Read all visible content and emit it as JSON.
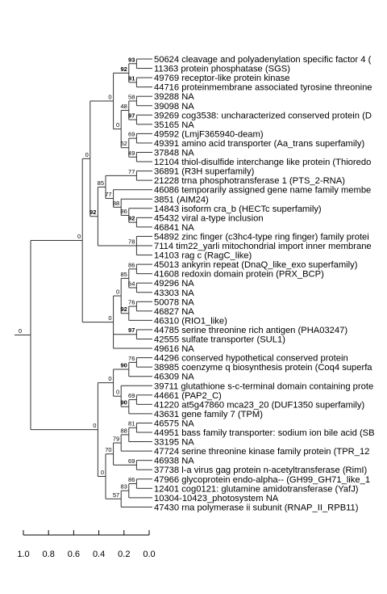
{
  "leaves": [
    "50624 cleavage and polyadenylation specific factor 4 (",
    "11363 protein phosphatase (SGS)",
    "49769 receptor-like protein kinase",
    "44716 proteinmembrane associated tyrosine threonine",
    "39288 NA",
    "39098 NA",
    "39269 cog3538: uncharacterized conserved protein (D",
    "35165 NA",
    "49592 (LmjF365940-deam)",
    "49391 amino acid transporter (Aa_trans superfamily)",
    "37848 NA",
    "12104 thiol-disulfide interchange like protein (Thioredo",
    "36891 (R3H superfamily)",
    "21228 trna phosphotransferase 1 (PTS_2-RNA)",
    "46086 temporarily assigned gene name family membe",
    "3851 (AIM24)",
    "14843 isoform cra_b (HECTc superfamily)",
    "45432 viral a-type inclusion",
    "46841 NA",
    "54892 zinc finger (c3hc4-type ring finger) family protei",
    "7114 tim22_yarli mitochondrial import inner membrane",
    "14103 rag c (RagC_like)",
    "45013 ankyrin repeat (DnaQ_like_exo superfamily)",
    "41608 redoxin domain protein (PRX_BCP)",
    "49296 NA",
    "43303 NA",
    "50078 NA",
    "46827 NA",
    "46310 (RIO1_like)",
    "44785 serine threonine rich antigen (PHA03247)",
    "42555 sulfate transporter (SUL1)",
    "49616 NA",
    "44296 conserved hypothetical conserved protein",
    "38985 coenzyme q biosynthesis protein (Coq4 superfa",
    "46309 NA",
    "39711 glutathione s-c-terminal domain containing prote",
    "44661 (PAP2_C)",
    "41220 at5g47860 mca23_20 (DUF1350 superfamily)",
    "43631 gene family 7 (TPM)",
    "46575 NA",
    "44951 bass family transporter: sodium ion bile acid (SB",
    "33195 NA",
    "47724 serine threonine kinase family protein (TPR_12",
    "46938 NA",
    "37738 l-a virus gag protein n-acetyltransferase (RimI)",
    "47966 glycoprotein endo-alpha-- (GH99_GH71_like_1",
    "12401 cog0121: glutamine amidotransferase (YafJ)",
    "10304-10423_photosystem NA",
    "47430 rna polymerase ii subunit (RNAP_II_RPB11)"
  ],
  "tree": {
    "support": "0",
    "children": [
      {
        "support": "0",
        "children": [
          {
            "support": "0",
            "children": [
              {
                "support": "0",
                "children": [
                  {
                    "support": "92",
                    "bold": true,
                    "children": [
                      {
                        "support": "93",
                        "bold": true,
                        "children": [
                          0,
                          1
                        ]
                      },
                      {
                        "support": "91",
                        "bold": true,
                        "children": [
                          2,
                          3
                        ]
                      }
                    ]
                  },
                  {
                    "support": "0",
                    "children": [
                      {
                        "support": "48",
                        "children": [
                          {
                            "support": "58",
                            "children": [
                              4,
                              5
                            ]
                          },
                          {
                            "support": "97",
                            "bold": true,
                            "children": [
                              6,
                              7
                            ]
                          }
                        ]
                      },
                      {
                        "support": "52",
                        "children": [
                          {
                            "support": "69",
                            "children": [
                              8,
                              9
                            ]
                          },
                          {
                            "support": "49",
                            "children": [
                              10,
                              11
                            ]
                          }
                        ]
                      }
                    ]
                  }
                ]
              },
              {
                "support": "92",
                "bold": true,
                "children": [
                  {
                    "support": "85",
                    "children": [
                      {
                        "support": "77",
                        "children": [
                          12,
                          13
                        ]
                      },
                      {
                        "support": "77",
                        "children": [
                          14,
                          {
                            "support": "88",
                            "children": [
                              15,
                              {
                                "support": "86",
                                "children": [
                                  16,
                                  {
                                    "support": "92",
                                    "bold": true,
                                    "children": [
                                      17,
                                      18
                                    ]
                                  }
                                ]
                              }
                            ]
                          }
                        ]
                      }
                    ]
                  },
                  {
                    "support": "78",
                    "children": [
                      19,
                      20,
                      21
                    ]
                  }
                ]
              }
            ]
          },
          {
            "support": "0",
            "children": [
              {
                "support": "0",
                "children": [
                  {
                    "support": "85",
                    "children": [
                      {
                        "support": "86",
                        "children": [
                          22,
                          23
                        ]
                      },
                      {
                        "support": "64",
                        "children": [
                          24,
                          25
                        ]
                      }
                    ]
                  },
                  {
                    "support": "92",
                    "bold": true,
                    "children": [
                      {
                        "support": "76",
                        "children": [
                          26,
                          27
                        ]
                      },
                      28
                    ]
                  }
                ]
              },
              {
                "support": "97",
                "bold": true,
                "children": [
                  29,
                  30
                ]
              },
              31
            ]
          }
        ]
      },
      {
        "support": "0",
        "children": [
          {
            "support": "0",
            "children": [
              {
                "support": "90",
                "bold": true,
                "children": [
                  {
                    "support": "76",
                    "children": [
                      32,
                      33
                    ]
                  },
                  34
                ]
              },
              {
                "support": "0",
                "children": [
                  35,
                  {
                    "support": "90",
                    "bold": true,
                    "children": [
                      {
                        "support": "69",
                        "children": [
                          36,
                          37
                        ]
                      },
                      38
                    ]
                  }
                ]
              }
            ]
          },
          {
            "support": "0",
            "children": [
              {
                "support": "70",
                "children": [
                  {
                    "support": "79",
                    "children": [
                      {
                        "support": "88",
                        "children": [
                          {
                            "support": "81",
                            "children": [
                              39,
                              40
                            ]
                          },
                          41
                        ]
                      },
                      42
                    ]
                  },
                  {
                    "support": "69",
                    "children": [
                      43,
                      44
                    ]
                  }
                ]
              },
              {
                "support": "57",
                "children": [
                  {
                    "support": "83",
                    "children": [
                      {
                        "support": "86",
                        "children": [
                          45,
                          46
                        ]
                      },
                      47
                    ]
                  },
                  48
                ]
              }
            ]
          }
        ]
      }
    ]
  },
  "scale": {
    "ticks": [
      "1.0",
      "0.8",
      "0.6",
      "0.4",
      "0.2",
      "0.0"
    ],
    "values": [
      1.0,
      0.8,
      0.6,
      0.4,
      0.2,
      0.0
    ]
  }
}
